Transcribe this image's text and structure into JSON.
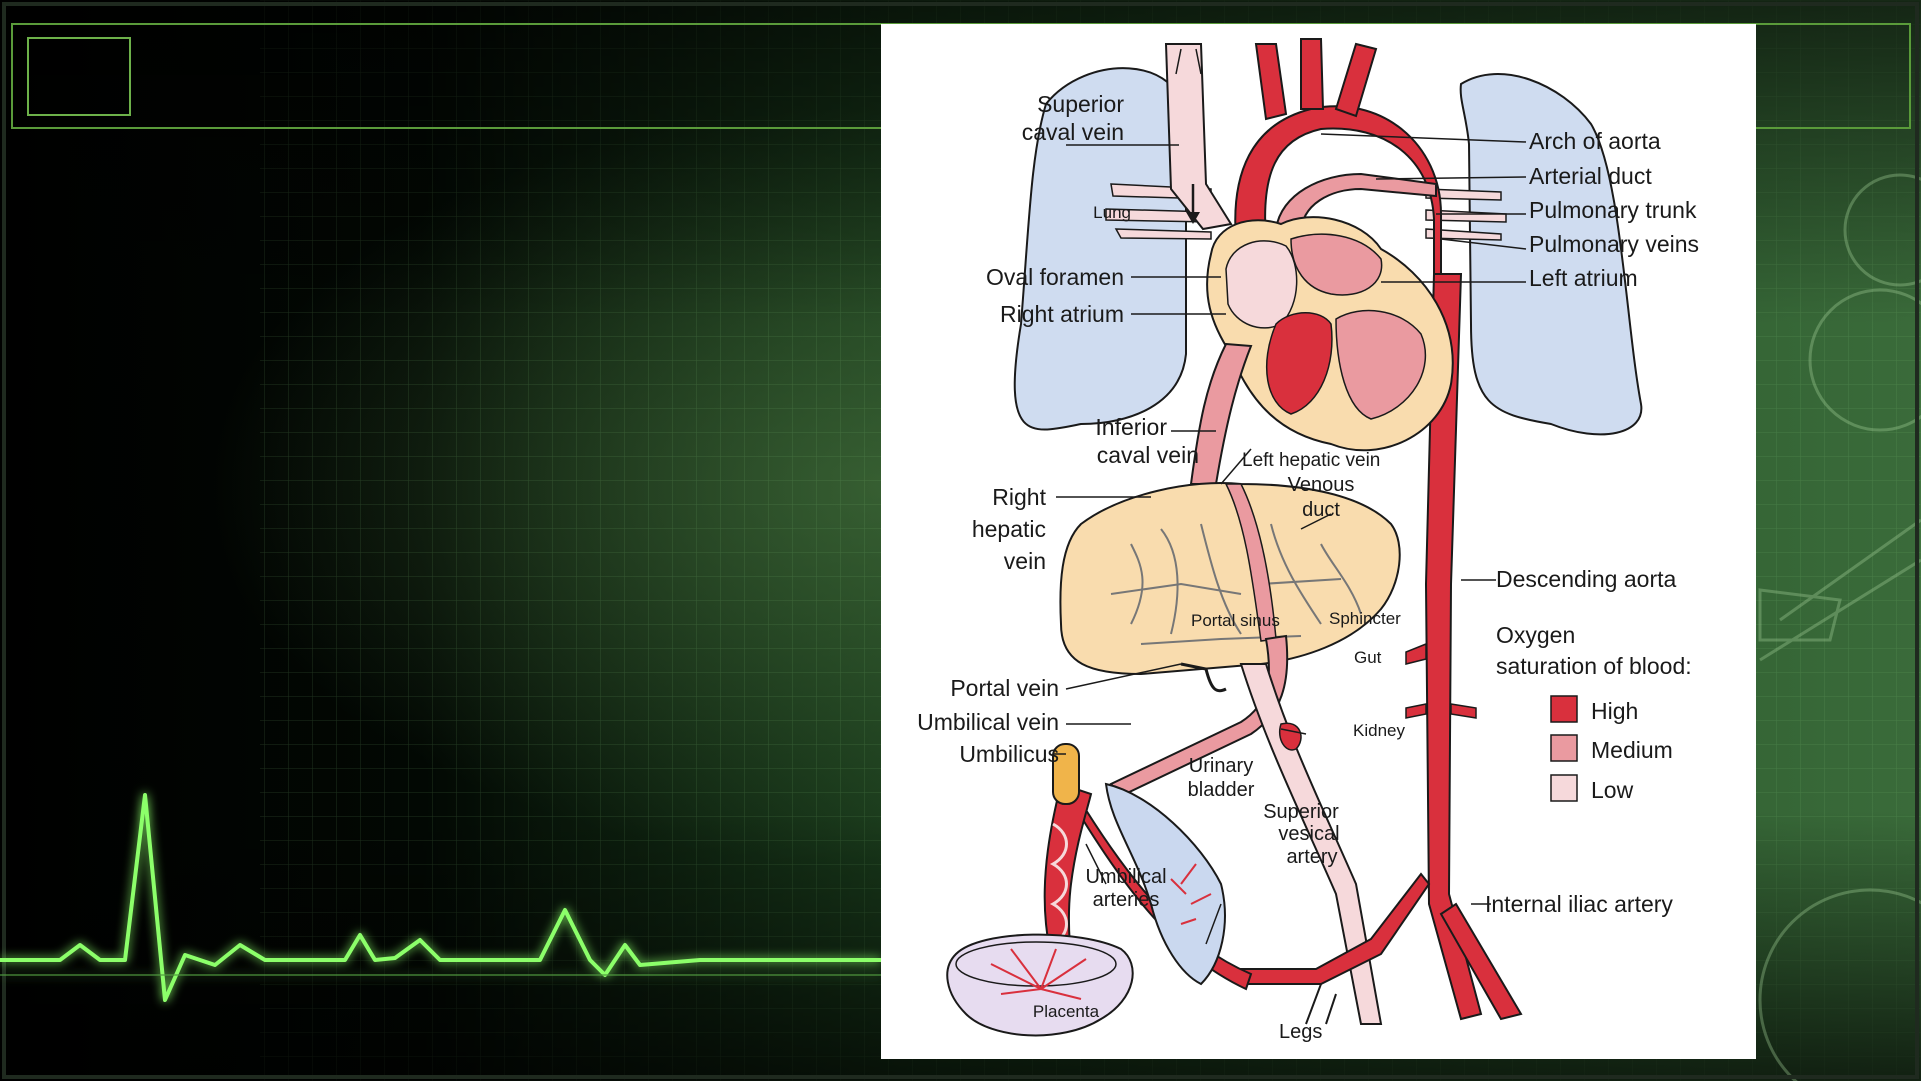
{
  "colors": {
    "oxygen_high": "#d9303d",
    "oxygen_medium": "#ea9aa0",
    "oxygen_low": "#f6d9db",
    "lung_fill": "#cfdcf0",
    "liver_fill": "#f9dcae",
    "bladder_fill": "#cad8ef",
    "placenta_fill": "#e7dcf0",
    "ecg_line": "#8cff6a",
    "frame_line": "#5a9b3a"
  },
  "labels": {
    "superior_caval_vein": [
      "Superior",
      "caval vein"
    ],
    "lung": "Lung",
    "oval_foramen": "Oval foramen",
    "right_atrium": "Right atrium",
    "inferior_caval_vein": [
      "Inferior",
      "caval vein"
    ],
    "right_hepatic_vein": [
      "Right",
      "hepatic",
      "vein"
    ],
    "left_hepatic_vein": "Left hepatic vein",
    "venous_duct": [
      "Venous",
      "duct"
    ],
    "portal_sinus": "Portal sinus",
    "sphincter": "Sphincter",
    "gut": "Gut",
    "portal_vein": "Portal vein",
    "umbilical_vein": "Umbilical vein",
    "umbilicus": "Umbilicus",
    "kidney": "Kidney",
    "urinary_bladder": [
      "Urinary",
      "bladder"
    ],
    "superior_vesical_artery": [
      "Superior",
      "vesical",
      "artery"
    ],
    "umbilical_arteries": [
      "Umbilical",
      "arteries"
    ],
    "placenta": "Placenta",
    "legs": "Legs",
    "arch_of_aorta": "Arch of aorta",
    "arterial_duct": "Arterial duct",
    "pulmonary_trunk": "Pulmonary trunk",
    "pulmonary_veins": "Pulmonary veins",
    "left_atrium": "Left atrium",
    "descending_aorta": "Descending aorta",
    "internal_iliac_artery": "Internal iliac artery"
  },
  "legend": {
    "title": [
      "Oxygen",
      "saturation of blood:"
    ],
    "items": [
      {
        "label": "High",
        "color": "#d9303d"
      },
      {
        "label": "Medium",
        "color": "#ea9aa0"
      },
      {
        "label": "Low",
        "color": "#f6d9db"
      }
    ]
  }
}
